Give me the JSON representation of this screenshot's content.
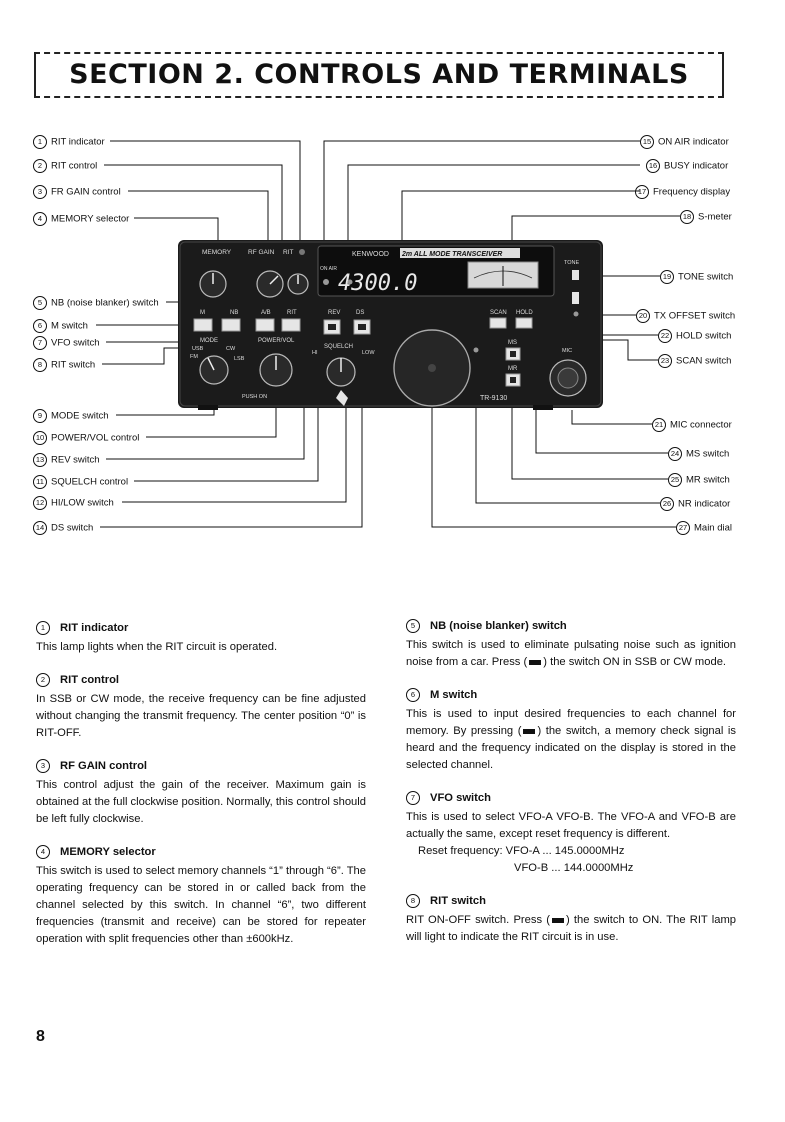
{
  "title": "SECTION 2. CONTROLS AND TERMINALS",
  "radio": {
    "brand": "KENWOOD",
    "model_banner": "2m ALL MODE TRANSCEIVER",
    "display": "4300.0",
    "model": "TR-9130",
    "on_air_label": "ON AIR",
    "panel_labels": {
      "memory": "MEMORY",
      "rf_gain": "RF GAIN",
      "rit": "RIT",
      "m": "M",
      "nb": "NB",
      "ab": "A/B",
      "rit_sw": "RIT",
      "mode": "MODE",
      "power_vol": "POWER/VOL",
      "push_on": "PUSH ON",
      "rev": "REV",
      "ds": "DS",
      "squelch": "SQUELCH",
      "hi": "HI",
      "low": "LOW",
      "scan": "SCAN",
      "hold": "HOLD",
      "tone": "TONE",
      "mic": "MIC",
      "ms": "MS",
      "mr": "MR",
      "fm": "FM",
      "cw": "CW",
      "usb": "USB",
      "lsb": "LSB"
    }
  },
  "callouts_left": [
    {
      "num": "1",
      "label": "RIT indicator"
    },
    {
      "num": "2",
      "label": "RIT control"
    },
    {
      "num": "3",
      "label": "FR GAIN control"
    },
    {
      "num": "4",
      "label": "MEMORY selector"
    },
    {
      "num": "5",
      "label": "NB (noise blanker) switch"
    },
    {
      "num": "6",
      "label": "M switch"
    },
    {
      "num": "7",
      "label": "VFO switch"
    },
    {
      "num": "8",
      "label": "RIT switch"
    },
    {
      "num": "9",
      "label": "MODE switch"
    },
    {
      "num": "10",
      "label": "POWER/VOL control"
    },
    {
      "num": "13",
      "label": "REV switch"
    },
    {
      "num": "11",
      "label": "SQUELCH control"
    },
    {
      "num": "12",
      "label": "HI/LOW switch"
    },
    {
      "num": "14",
      "label": "DS switch"
    }
  ],
  "callouts_right": [
    {
      "num": "15",
      "label": "ON AIR indicator"
    },
    {
      "num": "16",
      "label": "BUSY indicator"
    },
    {
      "num": "17",
      "label": "Frequency display"
    },
    {
      "num": "18",
      "label": "S-meter"
    },
    {
      "num": "19",
      "label": "TONE switch"
    },
    {
      "num": "20",
      "label": "TX OFFSET switch"
    },
    {
      "num": "22",
      "label": "HOLD switch"
    },
    {
      "num": "23",
      "label": "SCAN switch"
    },
    {
      "num": "21",
      "label": "MIC connector"
    },
    {
      "num": "24",
      "label": "MS switch"
    },
    {
      "num": "25",
      "label": "MR switch"
    },
    {
      "num": "26",
      "label": "NR indicator"
    },
    {
      "num": "27",
      "label": "Main dial"
    }
  ],
  "sections_left": [
    {
      "num": "1",
      "title": "RIT indicator",
      "body": "This lamp lights when the RIT circuit is operated."
    },
    {
      "num": "2",
      "title": "RIT control",
      "body": "In SSB or CW mode, the receive frequency can be fine adjusted without changing the transmit frequency. The center position “0” is RIT-OFF."
    },
    {
      "num": "3",
      "title": "RF GAIN control",
      "body": "This control adjust the gain of the receiver. Maximum gain is obtained at the full clockwise position. Normally, this control should be left fully clockwise."
    },
    {
      "num": "4",
      "title": "MEMORY selector",
      "body": "This switch is used to select memory channels “1” through “6”. The operating frequency can be stored in or called back from the channel selected by this switch. In channel “6”, two different frequencies (transmit and receive) can be stored for repeater operation with split frequencies other than ±600kHz."
    }
  ],
  "sections_right": [
    {
      "num": "5",
      "title": "NB (noise blanker) switch",
      "body_a": "This switch is used to eliminate pulsating noise such as ignition noise from a car. Press (",
      "body_b": ") the switch ON in SSB or CW mode."
    },
    {
      "num": "6",
      "title": "M switch",
      "body_a": "This is used to input desired frequencies to each channel for memory. By pressing (",
      "body_b": ") the switch, a memory check signal is heard and the frequency indicated on the display is stored in the selected channel."
    },
    {
      "num": "7",
      "title": "VFO switch",
      "body": "This is used to select VFO-A VFO-B. The VFO-A and VFO-B are actually the same, except reset frequency is different.",
      "reset_a": "Reset frequency: VFO-A ... 145.0000MHz",
      "reset_b": "VFO-B ... 144.0000MHz"
    },
    {
      "num": "8",
      "title": "RIT switch",
      "body_a": "RIT ON-OFF switch. Press (",
      "body_b": ") the switch to ON. The RIT lamp will light to indicate the RIT circuit is in use."
    }
  ],
  "page_number": "8"
}
